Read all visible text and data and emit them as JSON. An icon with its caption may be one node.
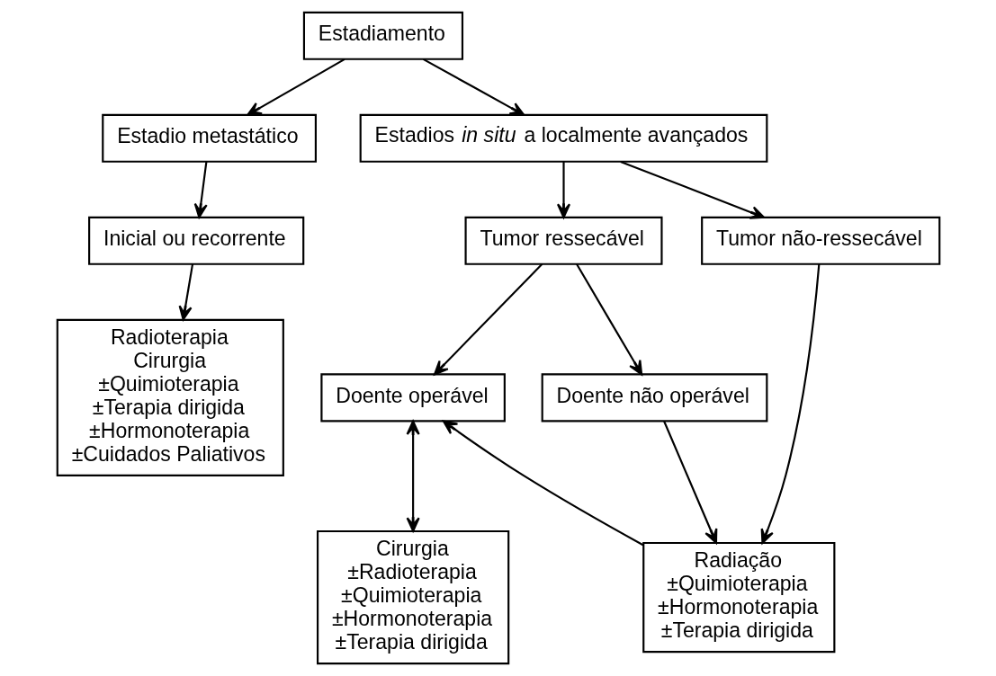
{
  "diagram": {
    "nodes": [
      {
        "text": [
          "Estadiamento"
        ]
      },
      {
        "text": [
          "Estadio metastático"
        ]
      },
      {
        "text": [
          "Estadios *in situ* a localmente avançados"
        ]
      },
      {
        "text": [
          "Inicial ou recorrente"
        ]
      },
      {
        "text": [
          "Tumor ressecável"
        ]
      },
      {
        "text": [
          "Tumor não-ressecável"
        ]
      },
      {
        "text": [
          "Doente operável"
        ]
      },
      {
        "text": [
          "Doente não operável"
        ]
      },
      {
        "text": [
          "Radioterapia",
          "Cirurgia",
          "±Quimioterapia",
          "±Terapia dirigida",
          "±Hormonoterapia",
          "±Cuidados Paliativos"
        ]
      },
      {
        "text": [
          "Cirurgia",
          "±Radioterapia",
          "±Quimioterapia",
          "±Hormonoterapia",
          "±Terapia dirigida"
        ]
      },
      {
        "text": [
          "Radiação",
          "±Quimioterapia",
          "±Hormonoterapia",
          "±Terapia dirigida"
        ]
      }
    ],
    "edges": [
      {
        "from": 0,
        "to": 1,
        "arrow": "to"
      },
      {
        "from": 0,
        "to": 2,
        "arrow": "to"
      },
      {
        "from": 1,
        "to": 3,
        "arrow": "to"
      },
      {
        "from": 3,
        "to": 8,
        "arrow": "to"
      },
      {
        "from": 2,
        "to": 4,
        "arrow": "to"
      },
      {
        "from": 2,
        "to": 5,
        "arrow": "to"
      },
      {
        "from": 4,
        "to": 6,
        "arrow": "to"
      },
      {
        "from": 4,
        "to": 7,
        "arrow": "to"
      },
      {
        "from": 6,
        "to": 9,
        "arrow": "both"
      },
      {
        "from": 7,
        "to": 10,
        "arrow": "to"
      },
      {
        "from": 5,
        "to": 10,
        "arrow": "to"
      },
      {
        "from": 10,
        "to": 6,
        "arrow": "to"
      }
    ]
  }
}
